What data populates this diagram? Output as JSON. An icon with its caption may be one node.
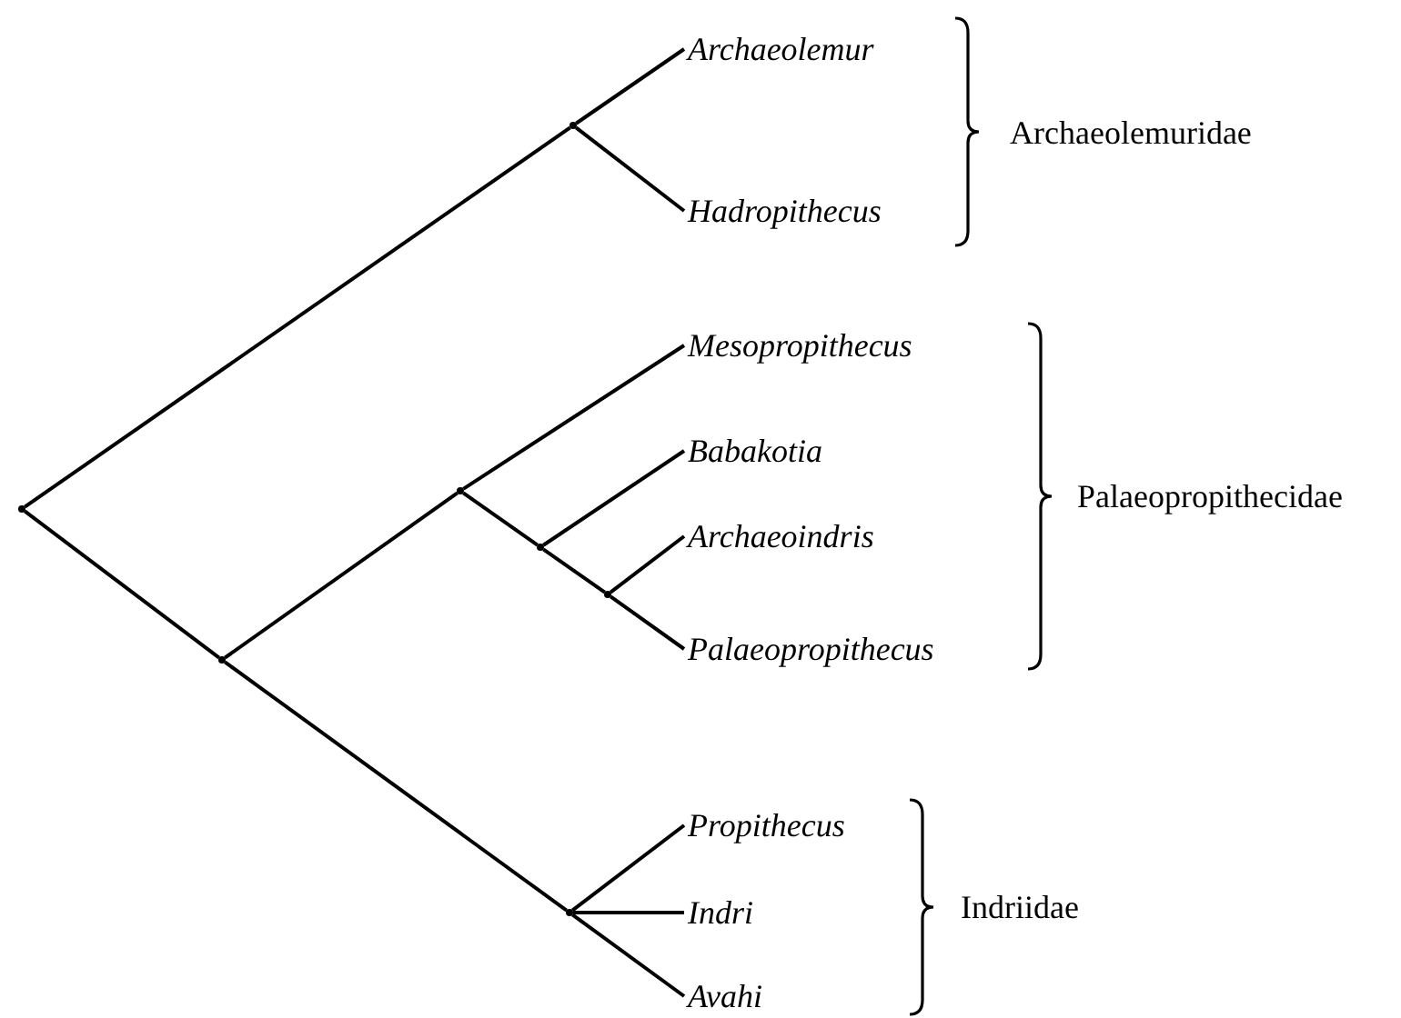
{
  "diagram": {
    "nodes": [
      {
        "text": [
          "Archaeolemur"
        ]
      },
      {
        "text": [
          "Hadropithecus"
        ]
      },
      {
        "text": [
          "Mesopropithecus"
        ]
      },
      {
        "text": [
          "Babakotia"
        ]
      },
      {
        "text": [
          "Archaeoindris"
        ]
      },
      {
        "text": [
          "Palaeopropithecus"
        ]
      },
      {
        "text": [
          "Propithecus"
        ]
      },
      {
        "text": [
          "Indri"
        ]
      },
      {
        "text": [
          "Avahi"
        ]
      },
      {
        "text": [],
        "shape": "point"
      },
      {
        "text": [],
        "shape": "point"
      },
      {
        "text": [],
        "shape": "point"
      },
      {
        "text": [],
        "shape": "point"
      },
      {
        "text": [],
        "shape": "point"
      },
      {
        "text": [],
        "shape": "point"
      },
      {
        "text": [],
        "shape": "point"
      }
    ],
    "edges": [
      {
        "from": 9,
        "to": 10,
        "arrow": "none"
      },
      {
        "from": 10,
        "to": 0,
        "arrow": "none"
      },
      {
        "from": 10,
        "to": 1,
        "arrow": "none"
      },
      {
        "from": 9,
        "to": 11,
        "arrow": "none"
      },
      {
        "from": 11,
        "to": 12,
        "arrow": "none"
      },
      {
        "from": 12,
        "to": 2,
        "arrow": "none"
      },
      {
        "from": 12,
        "to": 13,
        "arrow": "none"
      },
      {
        "from": 13,
        "to": 3,
        "arrow": "none"
      },
      {
        "from": 13,
        "to": 14,
        "arrow": "none"
      },
      {
        "from": 14,
        "to": 4,
        "arrow": "none"
      },
      {
        "from": 14,
        "to": 5,
        "arrow": "none"
      },
      {
        "from": 11,
        "to": 15,
        "arrow": "none"
      },
      {
        "from": 15,
        "to": 6,
        "arrow": "none"
      },
      {
        "from": 15,
        "to": 7,
        "arrow": "none"
      },
      {
        "from": 15,
        "to": 8,
        "arrow": "none"
      }
    ],
    "labels": [
      "Archaeolemuridae",
      "Palaeopropithecidae",
      "Indriidae"
    ]
  }
}
